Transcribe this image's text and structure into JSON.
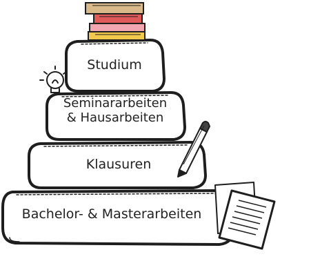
{
  "tiers": [
    {
      "label": "Studium"
    },
    {
      "label_line1": "Seminararbeiten",
      "label_line2": "& Hausarbeiten"
    },
    {
      "label": "Klausuren"
    },
    {
      "label": "Bachelor- & Masterarbeiten"
    }
  ],
  "icons": [
    "books-icon",
    "lightbulb-icon",
    "pencil-icon",
    "paper-sheets-icon"
  ],
  "colors": {
    "outline": "#1e1e1e",
    "book_tan": "#d9b98a",
    "book_red": "#e05a5a",
    "book_pink": "#f2a6b0",
    "book_yellow": "#f2c94c",
    "background": "#ffffff"
  }
}
